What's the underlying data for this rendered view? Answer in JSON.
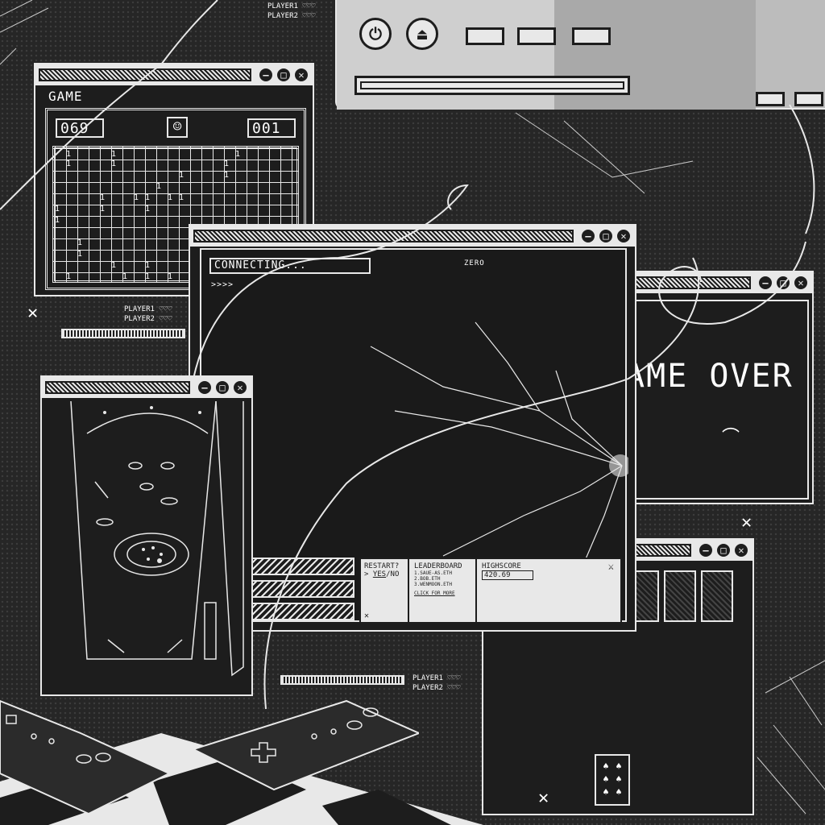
{
  "players_top": {
    "p1": "PLAYER1 ♡♡♡",
    "p2": "PLAYER2 ♡♡♡"
  },
  "players_left": {
    "p1": "PLAYER1 ♡♡♡",
    "p2": "PLAYER2 ♡♡♡"
  },
  "players_bottom": {
    "p1": "PLAYER1 ♡♡♡",
    "p2": "PLAYER2 ♡♡♡"
  },
  "minesweeper": {
    "label": "GAME",
    "counter_left": "069",
    "counter_right": "001",
    "cell_value": "1",
    "face": "☺"
  },
  "media_player": {
    "power_icon": "power-icon",
    "eject_icon": "eject-icon"
  },
  "connecting": {
    "status": "CONNECTING...",
    "prompt": ">>>>",
    "user_label": "ZERO"
  },
  "game_over": {
    "text": "AME OVER",
    "face": "︵"
  },
  "leaderboard": {
    "restart_label": "RESTART?",
    "yes": "YES",
    "slash": "/",
    "no": "NO",
    "cursor": ">",
    "title": "LEADERBOARD",
    "entries": [
      "1.SAUE-AS.ETH",
      "2.BOB.ETH",
      "3.WENMOON.ETH"
    ],
    "more": "CLICK FOR MORE",
    "highscore_label": "HIGHSCORE",
    "highscore_value": "420.69"
  },
  "cards": {
    "suit": "♠"
  },
  "colors": {
    "bg": "#262626",
    "fg": "#e8e8e8",
    "panel": "#1d1d1d"
  }
}
